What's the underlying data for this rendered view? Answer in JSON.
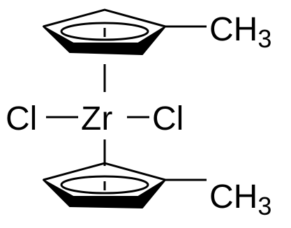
{
  "molecule": {
    "center_atom": "Zr",
    "left_ligand": "Cl",
    "right_ligand": "Cl",
    "top_ring": {
      "substituent_main": "CH",
      "substituent_subscript": "3"
    },
    "bottom_ring": {
      "substituent_main": "CH",
      "substituent_subscript": "3"
    }
  },
  "colors": {
    "ink": "#000000",
    "background": "#ffffff"
  }
}
